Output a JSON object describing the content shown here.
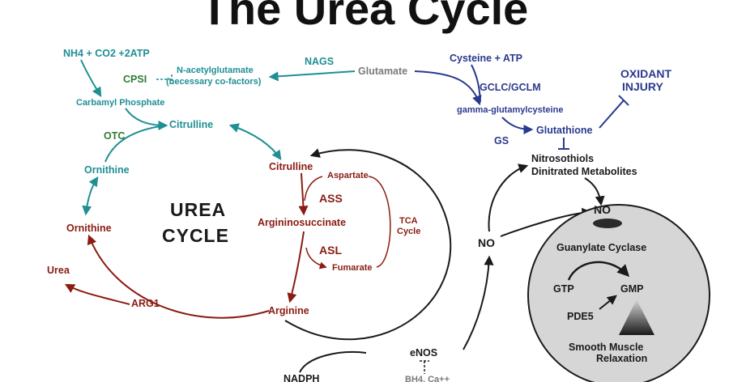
{
  "title": "The Urea Cycle",
  "urea_cycle_label": [
    "UREA",
    "CYCLE"
  ],
  "nh4_co2_atp": "NH4 + CO2 +2ATP",
  "cpsi": "CPSI",
  "n_acetylglutamate": "N-acetylglutamate",
  "necessary_cofactors": "(necessary co-factors)",
  "nags": "NAGS",
  "glutamate": "Glutamate",
  "carbamyl_phosphate": "Carbamyl Phosphate",
  "otc": "OTC",
  "citrulline_teal": "Citrulline",
  "ornithine_teal": "Ornithine",
  "citrulline_red": "Citrulline",
  "ornithine_red": "Ornithine",
  "aspartate": "Aspartate",
  "ass": "ASS",
  "argininosuccinate": "Argininosuccinate",
  "asl": "ASL",
  "fumarate": "Fumarate",
  "tca_cycle": [
    "TCA",
    "Cycle"
  ],
  "urea": "Urea",
  "arg1": "ARG1",
  "arginine": "Arginine",
  "cysteine_atp": "Cysteine + ATP",
  "gclc_gclm": "GCLC/GCLM",
  "gamma_glutamylcysteine": "gamma-glutamylcysteine",
  "glutathione": "Glutathione",
  "gs": "GS",
  "oxidant_injury": [
    "OXIDANT",
    "INJURY"
  ],
  "nitrosothiols": "Nitrosothiols",
  "dinitrated_metabolites": "Dinitrated Metabolites",
  "no_left": "NO",
  "no_cell": "NO",
  "guanylate_cyclase": "Guanylate Cyclase",
  "gtp": "GTP",
  "gmp": "GMP",
  "pde5": "PDE5",
  "smooth_muscle": [
    "Smooth Muscle",
    "Relaxation"
  ],
  "enos": "eNOS",
  "nadph": "NADPH",
  "bh4": "BH4, Ca++",
  "colors": {
    "teal": "#1f8f94",
    "green": "#2f7d32",
    "red": "#8a1c12",
    "blue": "#2a3a8f",
    "dark": "#1a1a1a",
    "gray": "#7a7a7a",
    "cell": "#d6d6d6"
  }
}
